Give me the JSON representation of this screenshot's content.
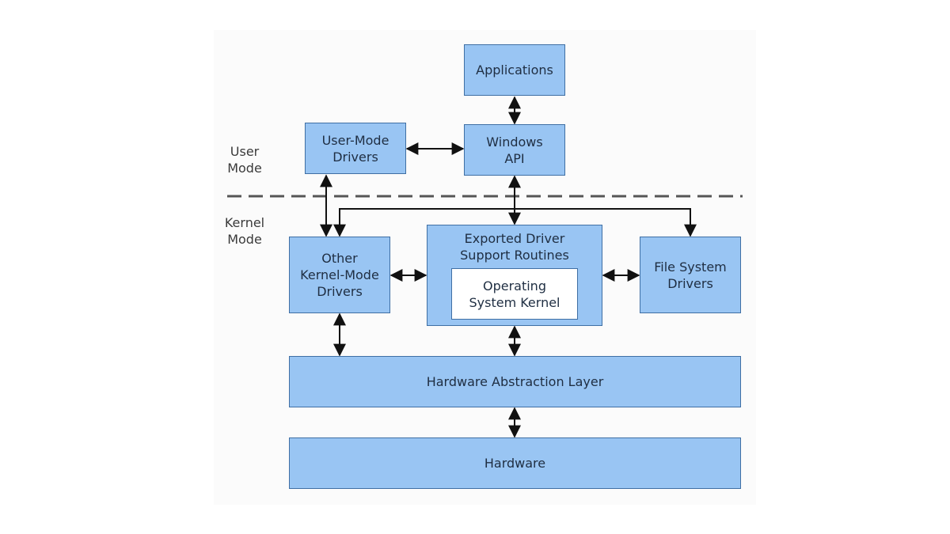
{
  "labels": {
    "user_mode": "User\nMode",
    "kernel_mode": "Kernel\nMode"
  },
  "boxes": {
    "applications": "Applications",
    "windows_api": "Windows\nAPI",
    "user_mode_drivers": "User-Mode\nDrivers",
    "other_kernel_drivers": "Other\nKernel-Mode\nDrivers",
    "exported_driver_support": "Exported Driver\nSupport Routines",
    "os_kernel": "Operating\nSystem Kernel",
    "file_system_drivers": "File System\nDrivers",
    "hal": "Hardware Abstraction Layer",
    "hardware": "Hardware"
  },
  "colors": {
    "box_fill": "#99c5f3",
    "box_border": "#3f6fa4",
    "inner_fill": "#ffffff",
    "arrow": "#111111",
    "dashed_line": "#555555"
  }
}
